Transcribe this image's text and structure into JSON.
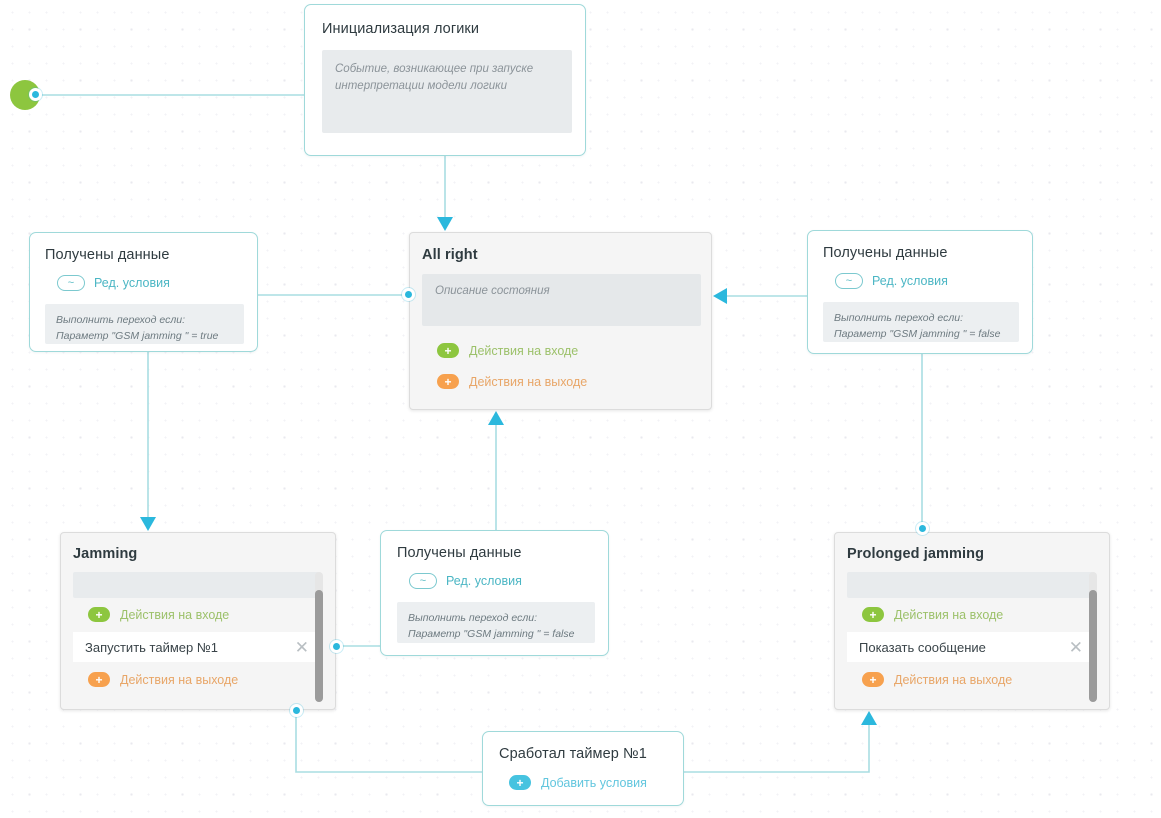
{
  "canvas": {
    "accent_cyan": "#2bb8dd",
    "edge_color": "#a9dde2",
    "node_border_cyan": "#9fd9da",
    "green": "#8dc63f",
    "orange": "#f7a14e",
    "background": "#ffffff"
  },
  "start_node": {
    "name": "start-node",
    "color": "#8dc63f"
  },
  "nodes": {
    "init_event": {
      "title": "Инициализация логики",
      "description": "Событие, возникающее при запуске интерпретации модели логики"
    },
    "all_right": {
      "title": "All right",
      "description_placeholder": "Описание состояния",
      "entry_actions_label": "Действия на входе",
      "exit_actions_label": "Действия на выходе",
      "entry_icon": "plus-icon",
      "exit_icon": "plus-icon"
    },
    "left_condition": {
      "title": "Получены данные",
      "edit_conditions_label": "Ред. условия",
      "edit_icon": "tilde-icon",
      "condition_line1": "Выполнить переход если:",
      "condition_line2": "Параметр \"GSM jamming \" = true"
    },
    "right_condition": {
      "title": "Получены данные",
      "edit_conditions_label": "Ред. условия",
      "edit_icon": "tilde-icon",
      "condition_line1": "Выполнить переход если:",
      "condition_line2": "Параметр \"GSM jamming \" = false"
    },
    "mid_condition": {
      "title": "Получены данные",
      "edit_conditions_label": "Ред. условия",
      "edit_icon": "tilde-icon",
      "condition_line1": "Выполнить переход если:",
      "condition_line2": "Параметр \"GSM jamming \" = false"
    },
    "jamming": {
      "title": "Jamming",
      "entry_actions_label": "Действия на входе",
      "action_item": "Запустить таймер №1",
      "action_remove_icon": "close-icon",
      "exit_actions_label": "Действия на выходе"
    },
    "prolonged_jamming": {
      "title": "Prolonged jamming",
      "entry_actions_label": "Действия на входе",
      "action_item": "Показать сообщение",
      "action_remove_icon": "close-icon",
      "exit_actions_label": "Действия на выходе"
    },
    "timer_event": {
      "title": "Сработал таймер №1",
      "add_conditions_label": "Добавить условия",
      "add_icon": "plus-icon"
    }
  }
}
